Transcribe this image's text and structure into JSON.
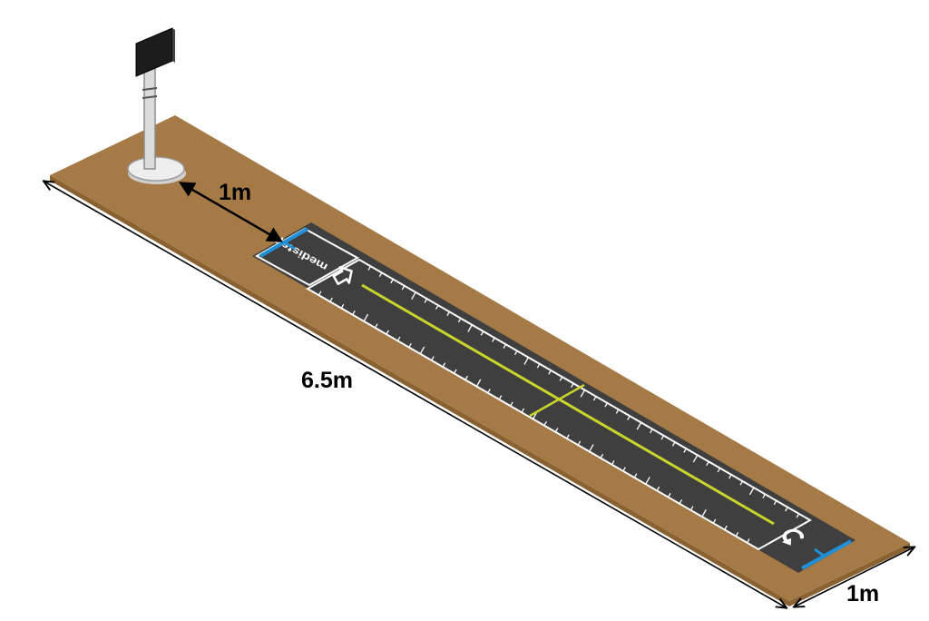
{
  "diagram": {
    "labels": {
      "sensor_distance": "1m",
      "board_length": "6.5m",
      "board_width": "1m"
    },
    "mat_brand": "medistep",
    "colors": {
      "board": "#a57a47",
      "board_edge": "#8a6232",
      "mat": "#3f3f3f",
      "guide_line": "#c9d52a",
      "limit_line": "#1e90d8",
      "sign": "#1c1c1c",
      "pole": "#dcdcdc"
    },
    "icons": [
      "start-arrow-icon",
      "turn-around-icon"
    ]
  }
}
